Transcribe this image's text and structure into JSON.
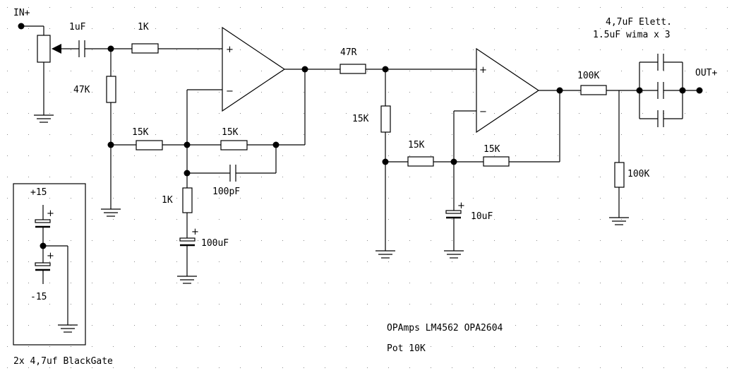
{
  "labels": {
    "in_plus": "IN+",
    "c_in": "1uF",
    "r_in": "1K",
    "r_47k": "47K",
    "r_fb1a": "15K",
    "r_fb1b": "15K",
    "c_100pf": "100pF",
    "r_1k_gnd": "1K",
    "c_100uf": "100uF",
    "r_47r": "47R",
    "r_15k_shunt": "15K",
    "r_fb2a": "15K",
    "r_fb2b": "15K",
    "c_10uf": "10uF",
    "r_100k_series": "100K",
    "r_100k_shunt": "100K",
    "cap_note_1": "4,7uF Elett.",
    "cap_note_2": "1.5uF wima x 3",
    "out_plus": "OUT+",
    "psu_pos": "+15",
    "psu_neg": "-15",
    "psu_caps": "2x 4,7uf BlackGate",
    "opamps": "OPAmps LM4562  OPA2604",
    "pot": "Pot 10K",
    "plus_sign": "+",
    "minus_sign": "−"
  }
}
